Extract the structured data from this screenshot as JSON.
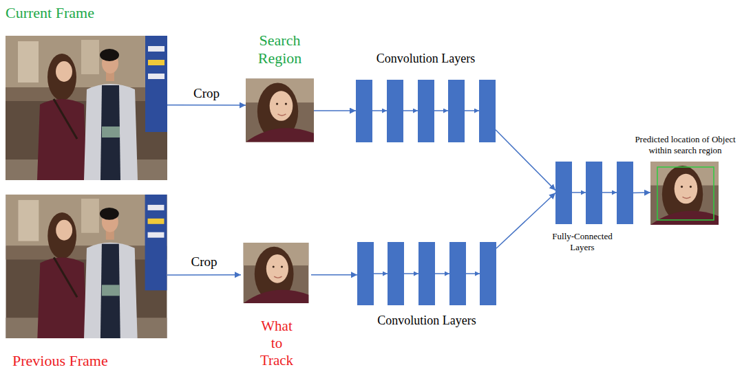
{
  "diagram": {
    "nodes": [
      {
        "text": [
          "Current Frame"
        ]
      },
      {
        "text": [
          "Search Region"
        ]
      },
      {
        "text": [
          "Convolution Layers"
        ]
      },
      {
        "text": [
          "Fully-Connected Layers"
        ]
      },
      {
        "text": [
          "Predicted location of Object within search region"
        ]
      },
      {
        "text": [
          "Previous Frame"
        ]
      },
      {
        "text": [
          "What to Track"
        ]
      },
      {
        "text": [
          "Convolution Layers"
        ]
      }
    ],
    "edges": [
      {
        "from": 0,
        "to": 1,
        "label": "Crop",
        "arrow": "to"
      },
      {
        "from": 1,
        "to": 2,
        "arrow": "to"
      },
      {
        "from": 2,
        "to": 3,
        "arrow": "to"
      },
      {
        "from": 3,
        "to": 4,
        "arrow": "to"
      },
      {
        "from": 5,
        "to": 6,
        "label": "Crop",
        "arrow": "to"
      },
      {
        "from": 6,
        "to": 7,
        "arrow": "to"
      },
      {
        "from": 7,
        "to": 3,
        "arrow": "to"
      }
    ]
  }
}
